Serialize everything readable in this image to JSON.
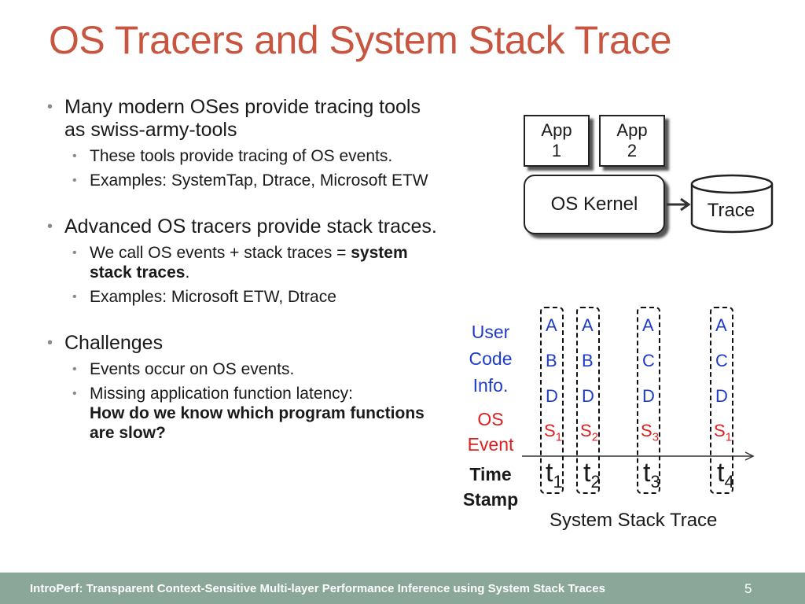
{
  "slide": {
    "title": "OS Tracers and System Stack Trace",
    "bullets": {
      "b1": "Many modern OSes provide tracing tools as swiss-army-tools",
      "b1_1": "These tools provide tracing of OS events.",
      "b1_2": "Examples: SystemTap, Dtrace, Microsoft ETW",
      "b2": "Advanced OS tracers provide stack traces.",
      "b2_1_prefix": "We call OS events + stack traces = ",
      "b2_1_bold": "system stack traces",
      "b2_1_suffix": ".",
      "b2_2": "Examples: Microsoft ETW, Dtrace",
      "b3": "Challenges",
      "b3_1": "Events occur on OS events.",
      "b3_2_prefix": "Missing application function latency:",
      "b3_2_bold": "How do we know which program functions are slow?"
    },
    "footer": "IntroPerf: Transparent Context-Sensitive Multi-layer Performance Inference using System Stack Traces",
    "page_number": "5"
  },
  "top_diagram": {
    "app1_line1": "App",
    "app1_line2": "1",
    "app2_line1": "App",
    "app2_line2": "2",
    "kernel": "OS Kernel",
    "trace": "Trace"
  },
  "trace_diagram": {
    "user_label_1": "User",
    "user_label_2": "Code",
    "user_label_3": "Info.",
    "os_label_1": "OS",
    "os_label_2": "Event",
    "time_label_1": "Time",
    "time_label_2": "Stamp",
    "caption": "System Stack Trace",
    "columns": [
      {
        "f1": "A",
        "f2": "B",
        "f3": "D",
        "s": "S",
        "s_sub": "1",
        "t": "t",
        "t_sub": "1"
      },
      {
        "f1": "A",
        "f2": "B",
        "f3": "D",
        "s": "S",
        "s_sub": "2",
        "t": "t",
        "t_sub": "2"
      },
      {
        "f1": "A",
        "f2": "C",
        "f3": "D",
        "s": "S",
        "s_sub": "3",
        "t": "t",
        "t_sub": "3"
      },
      {
        "f1": "A",
        "f2": "C",
        "f3": "D",
        "s": "S",
        "s_sub": "1",
        "t": "t",
        "t_sub": "4"
      }
    ],
    "colors": {
      "user": "#1f3cc8",
      "os": "#e02020",
      "title": "#c8553f",
      "footer_bg": "#8aa79a"
    }
  }
}
